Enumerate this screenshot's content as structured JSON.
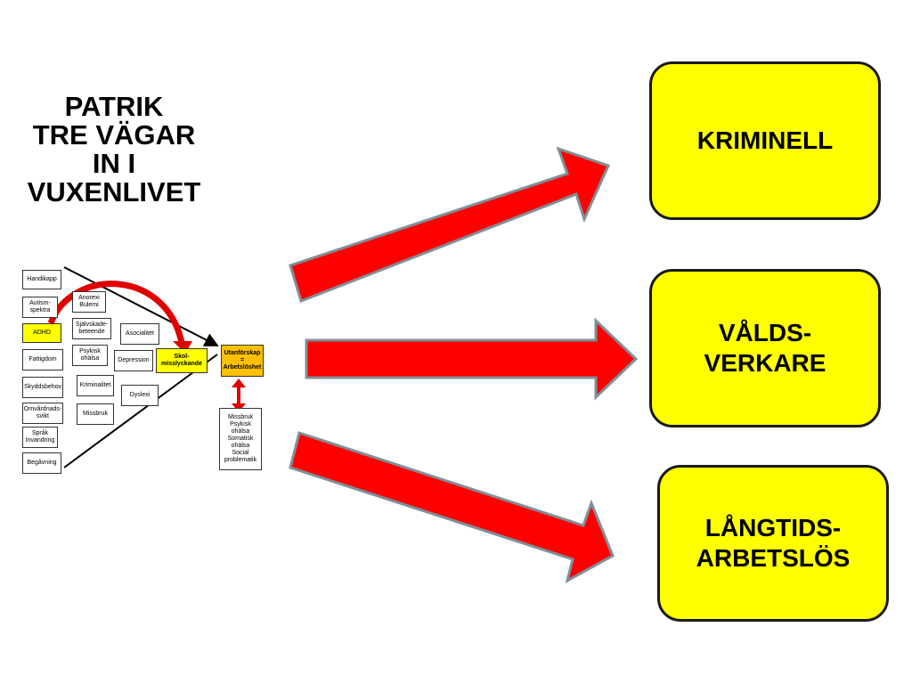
{
  "title": {
    "lines": [
      "PATRIK",
      "TRE VÄGAR",
      "IN I",
      "VUXENLIVET"
    ]
  },
  "outcomes": {
    "kriminell": [
      "KRIMINELL"
    ],
    "valds": [
      "VÅLDS-",
      "VERKARE"
    ],
    "langtids": [
      "LÅNGTIDS-",
      "ARBETSLÖS"
    ]
  },
  "colors": {
    "arrow_fill": "#ff0000",
    "arrow_border": "#7f8f99",
    "box_fill": "#ffff00",
    "mini_orange": "#ffc000"
  },
  "mini_diagram": {
    "handikapp": "Handikapp",
    "autism": "Autism-\nspektra",
    "adhd": "ADHD",
    "fattigdom": "Fattigdom",
    "skyddsbehov": "Skyddsbehov",
    "omvardnad": "Omvårdnads-\nsvikt",
    "sprak": "Språk\nInvandring",
    "begavning": "Begåvning",
    "anorexi": "Anorexi\nBulemi",
    "sjalvskade": "Självskade-\nbeteende",
    "psykisk": "Psykisk\nohälsa",
    "kriminalitet": "Kriminalitet",
    "missbruk": "Missbruk",
    "asocialitet": "Asocialitet",
    "depression": "Depression",
    "dyslexi": "Dyslexi",
    "skol": "Skol-\nmisslyckande",
    "utanforskap": "Utanförskap\n=\nArbetslöshet",
    "consequences": "Missbruk\nPsykisk\nohälsa\nSomatisk\nohälsa\nSocial\nproblematik"
  }
}
